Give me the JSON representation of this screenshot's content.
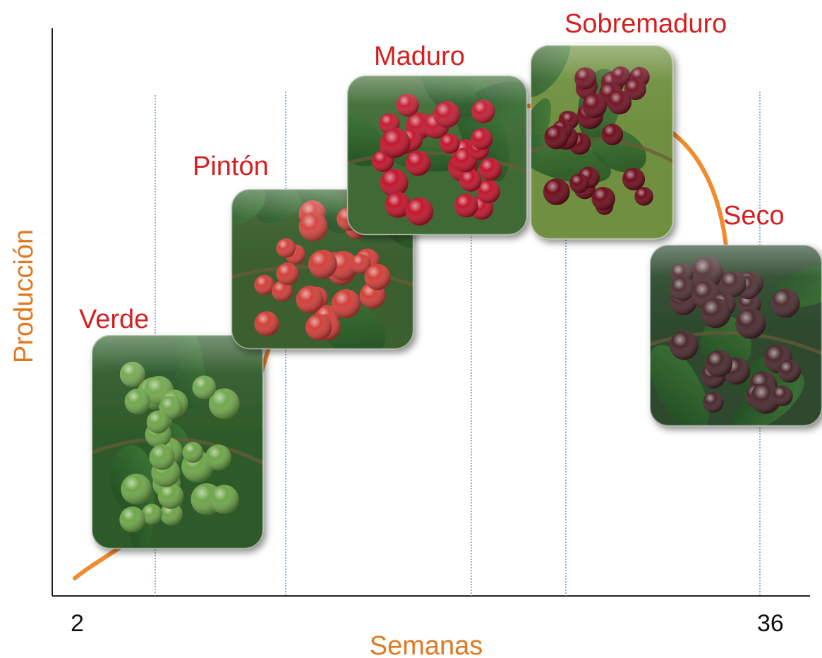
{
  "colors": {
    "axis_title": "#E07A22",
    "stage_label": "#D42020",
    "curve": "#F28A30",
    "gridline": "#4A90C8",
    "axis": "#222222",
    "tick_label": "#111111"
  },
  "axes": {
    "x_title": "Semanas",
    "y_title": "Producción",
    "x_tick_start": "2",
    "x_tick_end": "36"
  },
  "stages": [
    {
      "label": "Verde",
      "photo": "green-coffee-cherries-photo",
      "fruit_color": "#6FA64A"
    },
    {
      "label": "Pintón",
      "photo": "turning-coffee-cherries-photo",
      "fruit_color": "#D2413A"
    },
    {
      "label": "Maduro",
      "photo": "ripe-coffee-cherries-photo",
      "fruit_color": "#C2182E"
    },
    {
      "label": "Sobremaduro",
      "photo": "overripe-coffee-cherries-photo",
      "fruit_color": "#6E0F1E"
    },
    {
      "label": "Seco",
      "photo": "dry-coffee-cherries-photo",
      "fruit_color": "#4A2A2E"
    }
  ]
}
